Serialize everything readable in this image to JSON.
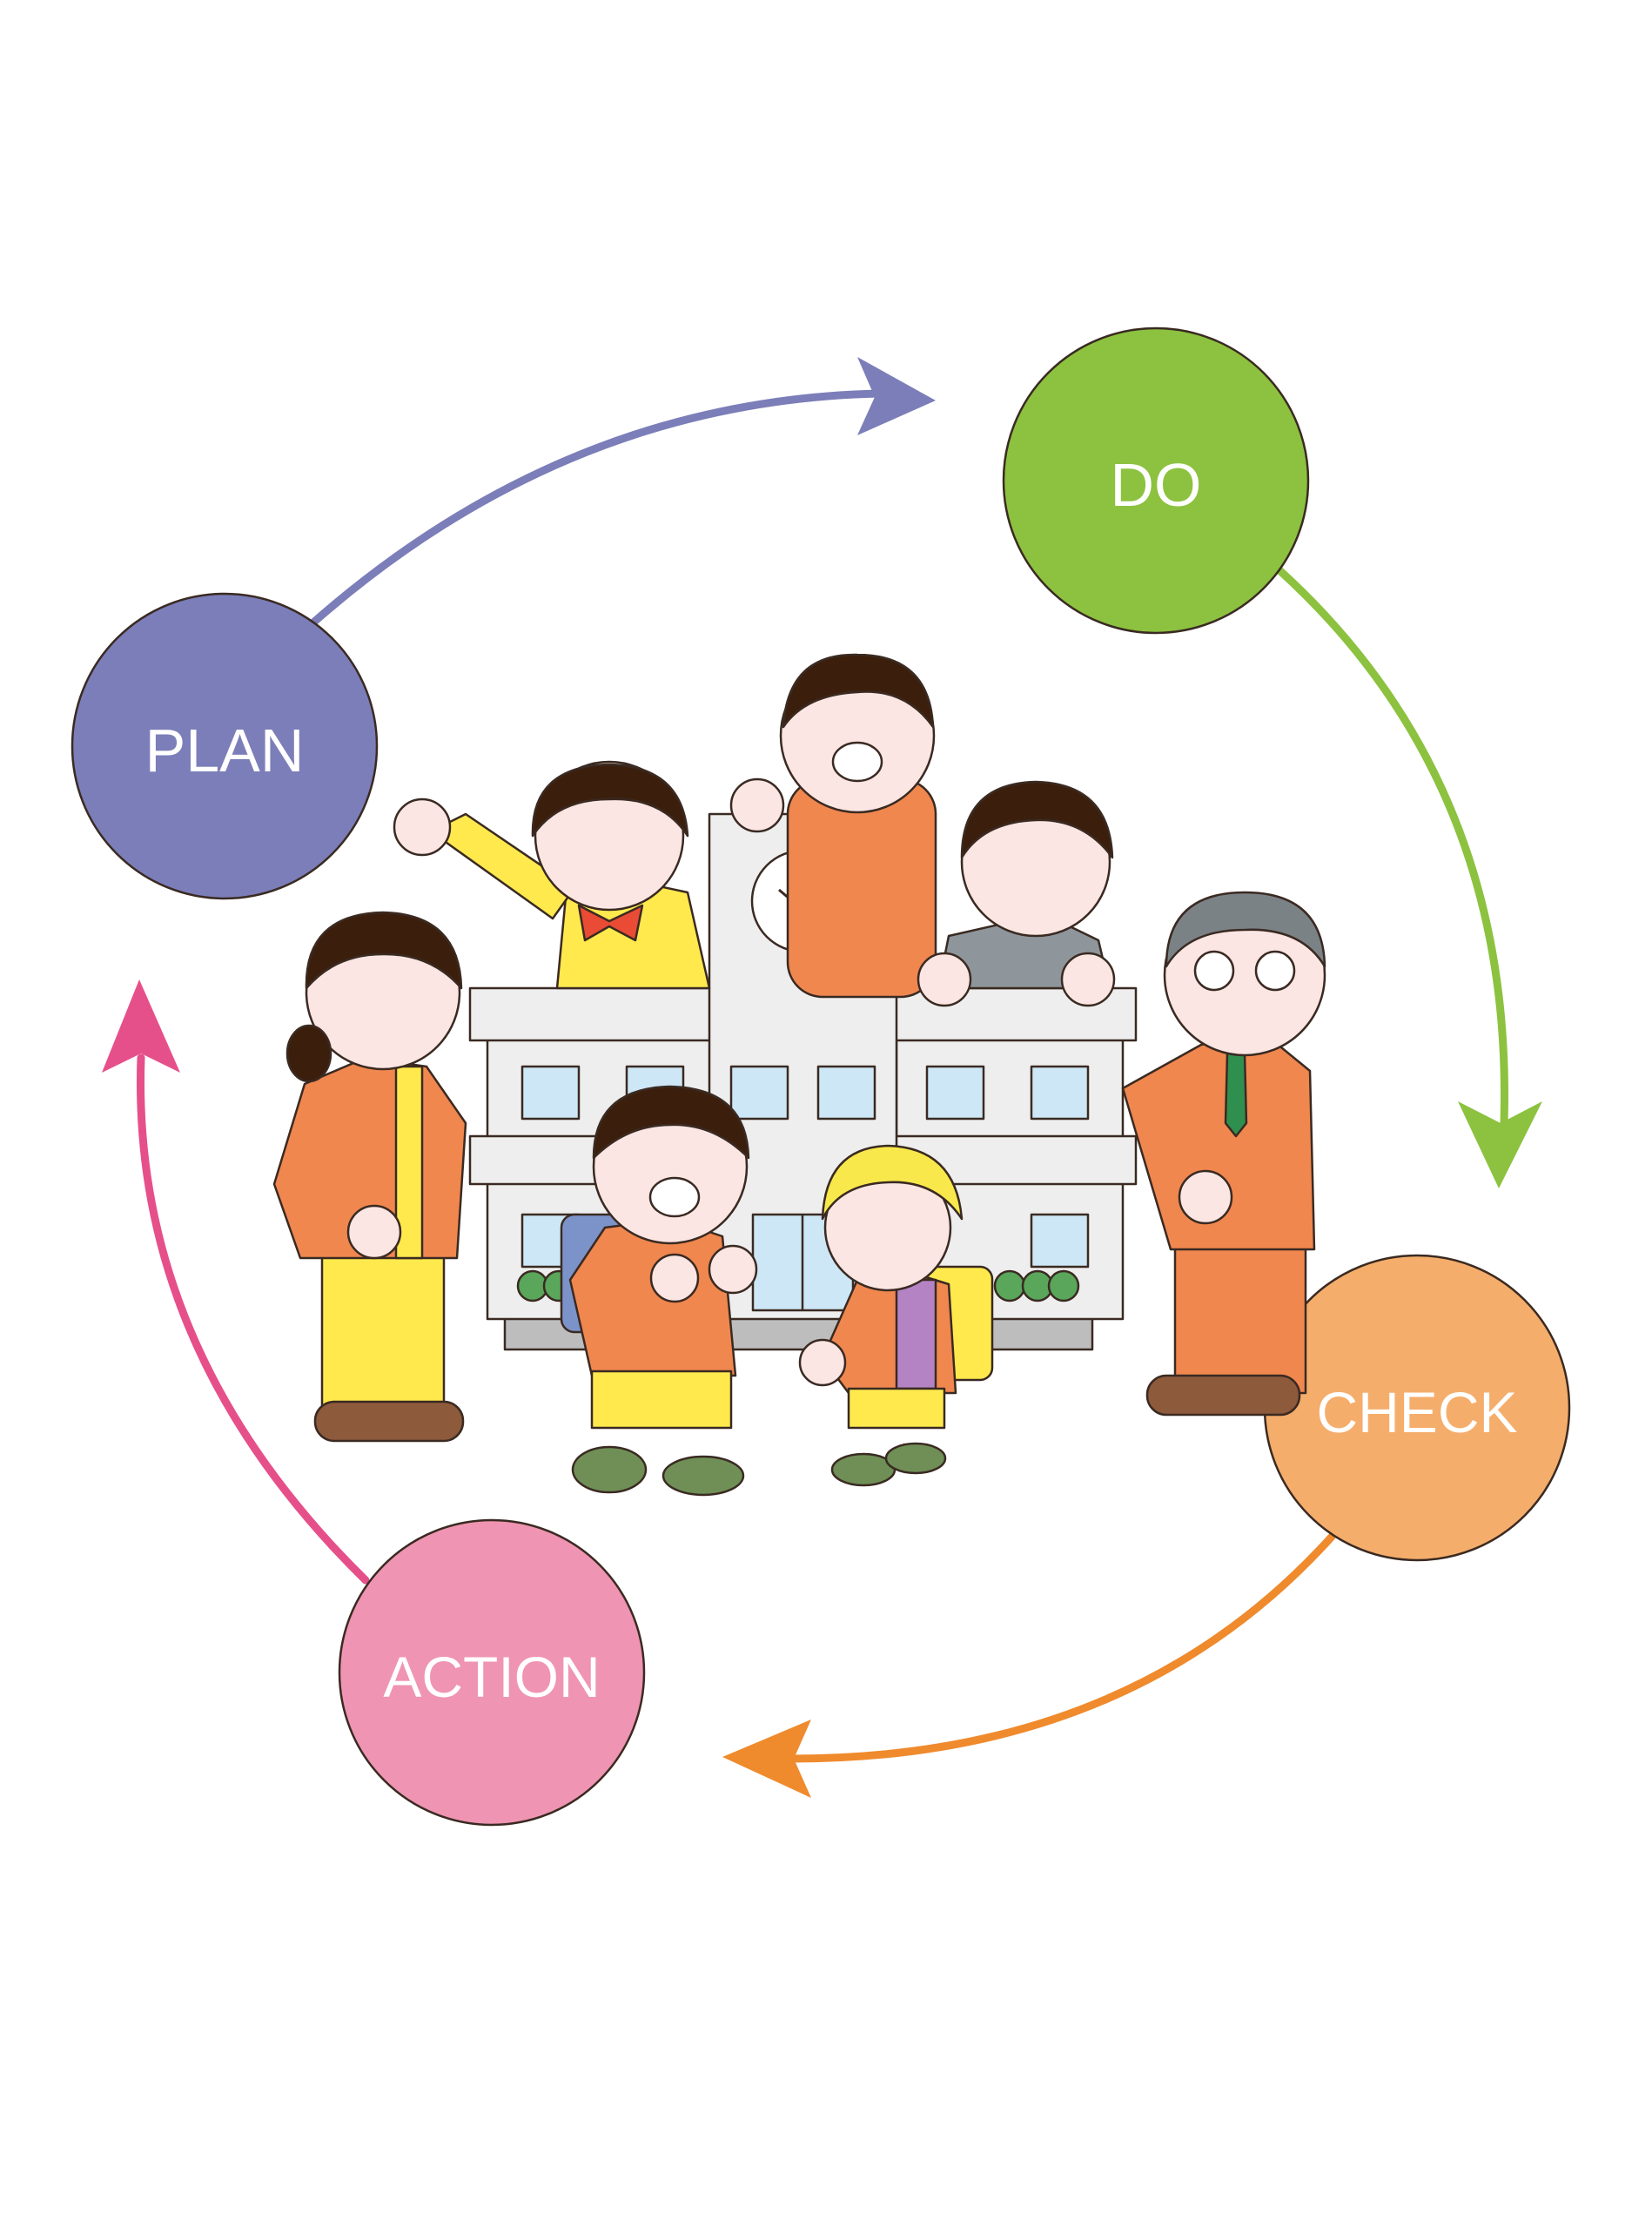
{
  "diagram": {
    "type": "cycle",
    "nodes": [
      {
        "id": "plan",
        "label": "PLAN",
        "color": "#7b7eb8"
      },
      {
        "id": "do",
        "label": "DO",
        "color": "#8cc23f"
      },
      {
        "id": "check",
        "label": "CHECK",
        "color": "#f5ad6b"
      },
      {
        "id": "action",
        "label": "ACTION",
        "color": "#ef94b2"
      }
    ],
    "edges": [
      {
        "from": "plan",
        "to": "do",
        "color": "#7b7eb8"
      },
      {
        "from": "do",
        "to": "check",
        "color": "#8cc23f"
      },
      {
        "from": "check",
        "to": "action",
        "color": "#ef8a2d"
      },
      {
        "from": "action",
        "to": "plan",
        "color": "#e6508a"
      }
    ]
  },
  "illustration": {
    "subject": "school-building-with-people",
    "colors": {
      "building": "#eeeeee",
      "window": "#cde7f6",
      "outfit_orange": "#f0874f",
      "outfit_yellow": "#ffe94d",
      "skin": "#fbe6e3",
      "hair": "#3b1f0c",
      "shoes_brown": "#8e5a3c",
      "shoes_green": "#6f8f56"
    }
  }
}
